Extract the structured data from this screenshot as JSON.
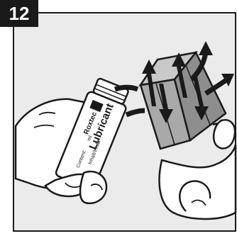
{
  "step": {
    "number": "12"
  },
  "illustration": {
    "tube_brand": "Roxtec",
    "tube_product": "Lubricant",
    "tube_line1": "Content:",
    "tube_line2": "ml",
    "tube_line3": "Inhalt/Inhåll"
  },
  "colors": {
    "background": "#ebebeb",
    "frame": "#1a1a1a",
    "module_face": "#a9a9a9",
    "module_top": "#c9c9c9",
    "module_side": "#8e8e8e"
  }
}
